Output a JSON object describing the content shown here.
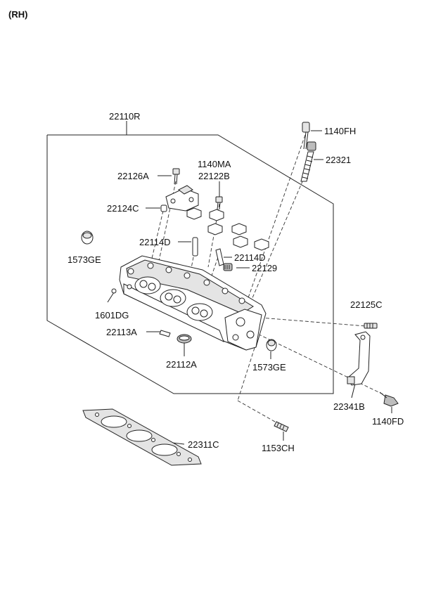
{
  "header": {
    "side": "(RH)"
  },
  "parts": {
    "p22110R": "22110R",
    "p1140FH": "1140FH",
    "p22321": "22321",
    "p1140MA": "1140MA",
    "p22122B": "22122B",
    "p22126A": "22126A",
    "p22124C": "22124C",
    "p1573GE_left": "1573GE",
    "p22114D_a": "22114D",
    "p22114D_b": "22114D",
    "p22129": "22129",
    "p1601DG": "1601DG",
    "p22125C": "22125C",
    "p22113A": "22113A",
    "p22112A": "22112A",
    "p1573GE_right": "1573GE",
    "p22341B": "22341B",
    "p1140FD": "1140FD",
    "p22311C": "22311C",
    "p1153CH": "1153CH"
  }
}
